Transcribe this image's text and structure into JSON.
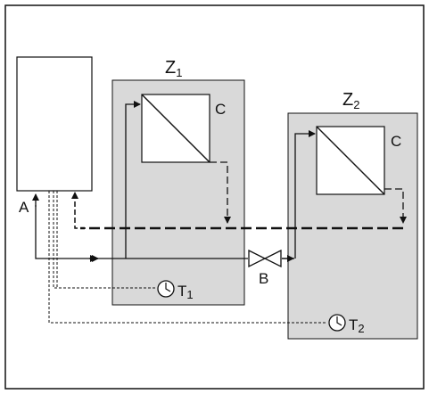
{
  "zones": [
    {
      "letter": "Z",
      "sub": "1",
      "coil_label": "C",
      "thermostat_letter": "T",
      "thermostat_sub": "1"
    },
    {
      "letter": "Z",
      "sub": "2",
      "coil_label": "C",
      "thermostat_letter": "T",
      "thermostat_sub": "2"
    }
  ],
  "boiler": {
    "port_label": "A"
  },
  "valve": {
    "label": "B"
  },
  "colors": {
    "zone_fill": "#d9d9d9",
    "stroke": "#111111",
    "background": "#ffffff"
  },
  "icons": {
    "thermostat": "clock-icon",
    "valve": "bowtie-valve-icon",
    "coil": "heat-exchanger-icon"
  }
}
